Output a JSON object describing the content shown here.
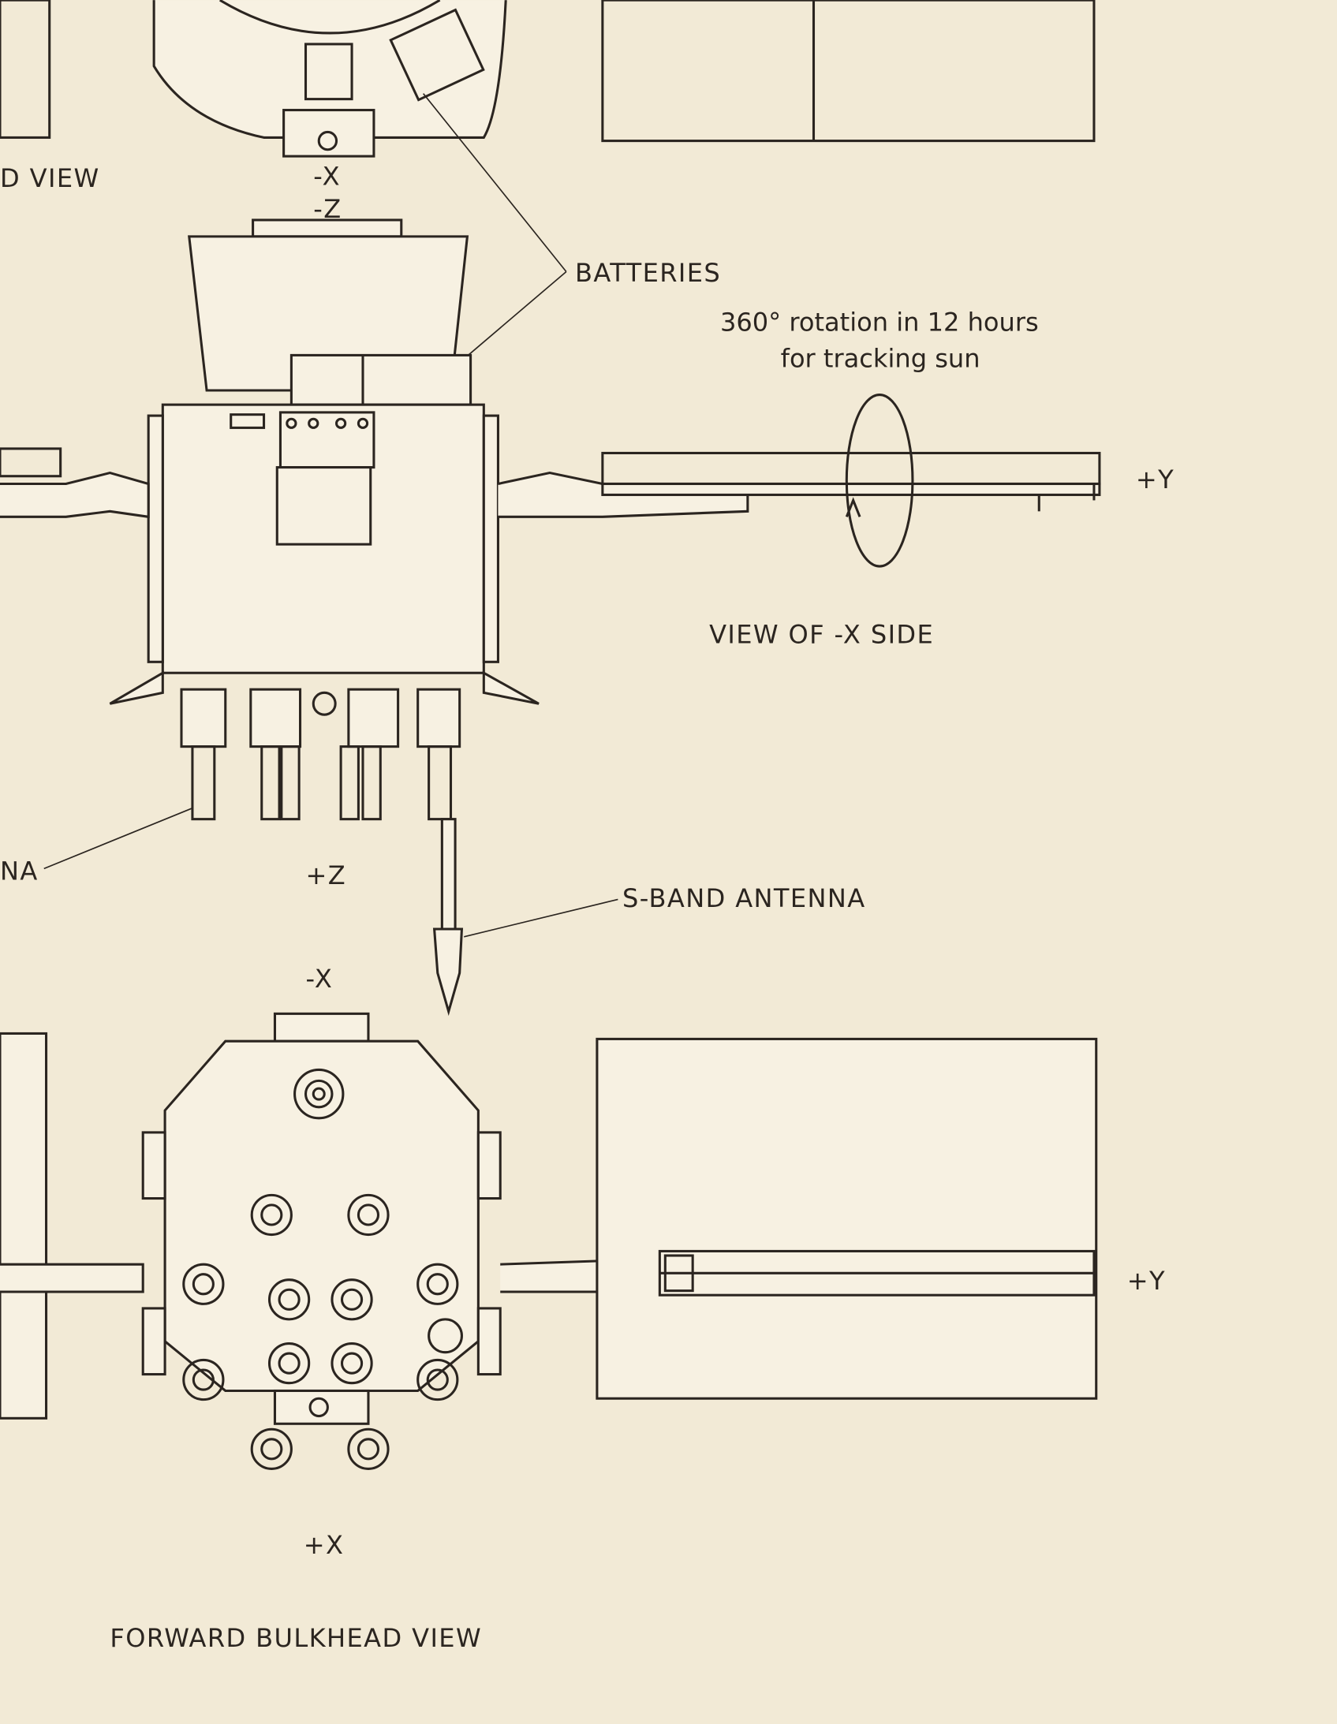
{
  "labels": {
    "top_view_partial": "D VIEW",
    "top_minus_x": "-X",
    "top_minus_z": "-Z",
    "batteries": "BATTERIES",
    "rotation_line1": "360° rotation in 12 hours",
    "rotation_line2": "for tracking sun",
    "side_plus_y": "+Y",
    "view_minus_x_side": "VIEW OF -X SIDE",
    "antenna_partial": "NA",
    "plus_z": "+Z",
    "s_band_antenna": "S-BAND ANTENNA",
    "bottom_minus_x": "-X",
    "bottom_plus_y": "+Y",
    "bottom_plus_x": "+X",
    "forward_bulkhead_view": "FORWARD BULKHEAD VIEW"
  },
  "colors": {
    "paper": "#f2ead6",
    "ink": "#2b2520"
  }
}
